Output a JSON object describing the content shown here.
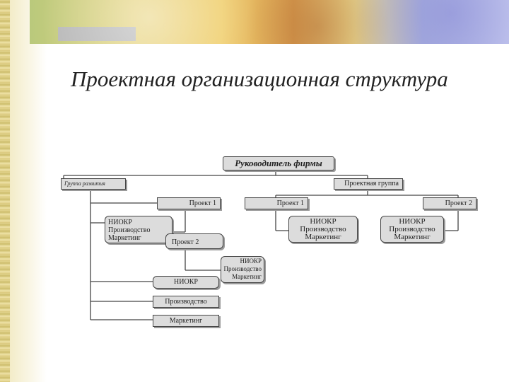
{
  "slide": {
    "title": "Проектная организационная структура"
  },
  "diagram": {
    "director": "Руководитель фирмы",
    "group_dev": "Группа развития",
    "project_group": "Проектная группа",
    "project_1a": "Проект 1",
    "project_1b": "Проект 1",
    "project_2a": "Проект 2",
    "project_2b": "Проект 2",
    "stack_left": [
      "НИОКР",
      "Производство",
      "Маркетинг"
    ],
    "stack_mid": [
      "НИОКР",
      "Производство",
      "Маркетинг"
    ],
    "stack_right": [
      "НИОКР",
      "Производство",
      "Маркетинг"
    ],
    "stack_small": [
      "НИОКР",
      "Производство",
      "Маркетинг"
    ],
    "niokr": "НИОКР",
    "production": "Производство",
    "marketing": "Маркетинг"
  }
}
